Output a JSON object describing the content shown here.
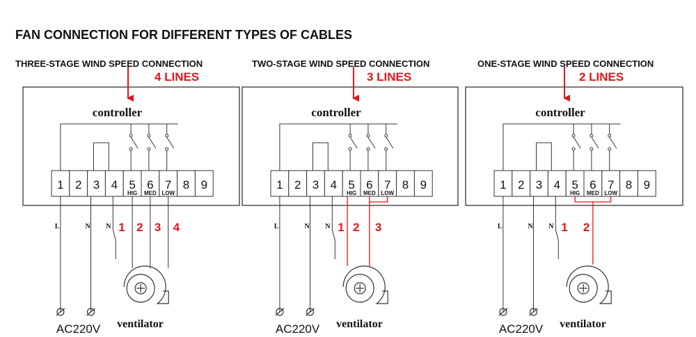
{
  "title": "FAN CONNECTION FOR DIFFERENT TYPES OF CABLES",
  "colors": {
    "accent_red": "#e0161e",
    "line": "#333333"
  },
  "panels": [
    {
      "heading": "THREE-STAGE WIND SPEED CONNECTION",
      "lines_label": "4 LINES",
      "controller_label": "controller",
      "terminals": [
        "1",
        "2",
        "3",
        "4",
        "5",
        "6",
        "7",
        "8",
        "9"
      ],
      "speed_labels": [
        "HIG",
        "MED",
        "LOW"
      ],
      "wire_labels": [
        "L",
        "N",
        "N"
      ],
      "wire_numbers": [
        "1",
        "2",
        "3",
        "4"
      ],
      "power_label": "AC220V",
      "fan_label": "ventilator"
    },
    {
      "heading": "TWO-STAGE WIND SPEED CONNECTION",
      "lines_label": "3 LINES",
      "controller_label": "controller",
      "terminals": [
        "1",
        "2",
        "3",
        "4",
        "5",
        "6",
        "7",
        "8",
        "9"
      ],
      "speed_labels": [
        "HIG",
        "MED",
        "LOW"
      ],
      "wire_labels": [
        "L",
        "N",
        "N"
      ],
      "wire_numbers": [
        "1",
        "2",
        "3"
      ],
      "power_label": "AC220V",
      "fan_label": "ventilator"
    },
    {
      "heading": "ONE-STAGE WIND SPEED CONNECTION",
      "lines_label": "2 LINES",
      "controller_label": "controller",
      "terminals": [
        "1",
        "2",
        "3",
        "4",
        "5",
        "6",
        "7",
        "8",
        "9"
      ],
      "speed_labels": [
        "HIG",
        "MED",
        "LOW"
      ],
      "wire_labels": [
        "L",
        "N",
        "N"
      ],
      "wire_numbers": [
        "1",
        "2"
      ],
      "power_label": "AC220V",
      "fan_label": "ventilator"
    }
  ]
}
